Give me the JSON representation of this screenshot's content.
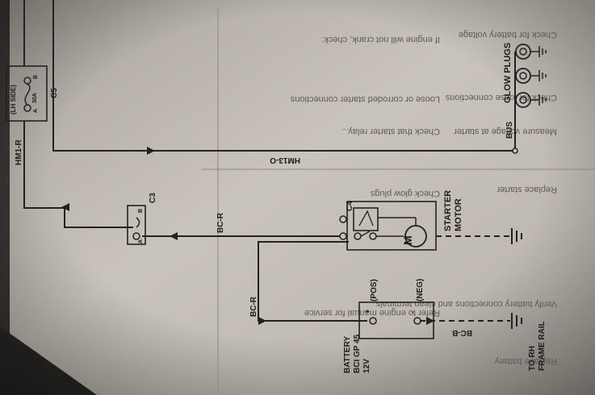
{
  "components": {
    "fuse": {
      "side": "(LH SIDE)",
      "rating": "30A",
      "pin_a": "A",
      "pin_b": "B",
      "connector": "C5"
    },
    "connector_c3": {
      "label": "C3",
      "pin_a": "A",
      "pin_b": "B"
    },
    "starter": {
      "label": "STARTER",
      "label2": "MOTOR",
      "connector": "C4",
      "symbol": "M"
    },
    "battery": {
      "line1": "BATTERY",
      "line2": "BCI GP 45",
      "line3": "12V",
      "pos": "(POS)",
      "neg": "(NEG)",
      "plus": "+",
      "minus": "-"
    },
    "glow_plugs": {
      "label": "GLOW PLUGS",
      "bus": "BUS"
    },
    "frame": {
      "line1": "TO RH",
      "line2": "FRAME RAIL"
    }
  },
  "wires": {
    "hm1": "HM1-R",
    "hm13": "HM13-O",
    "bc_r_top": "BC-R",
    "bc_r_left": "BC-R",
    "bc_b": "BC-B"
  },
  "right_page_text": [
    "If engine will not crank, check:",
    "Loose or corroded starter connections",
    "Check that starter relay...",
    "Check glow plugs",
    "Refer to engine manual for service",
    "Check for battery voltage",
    "Check for loose connections",
    "Measure voltage at starter",
    "Replace starter",
    "Verify battery connections and clean terminals",
    "Replace battery"
  ]
}
